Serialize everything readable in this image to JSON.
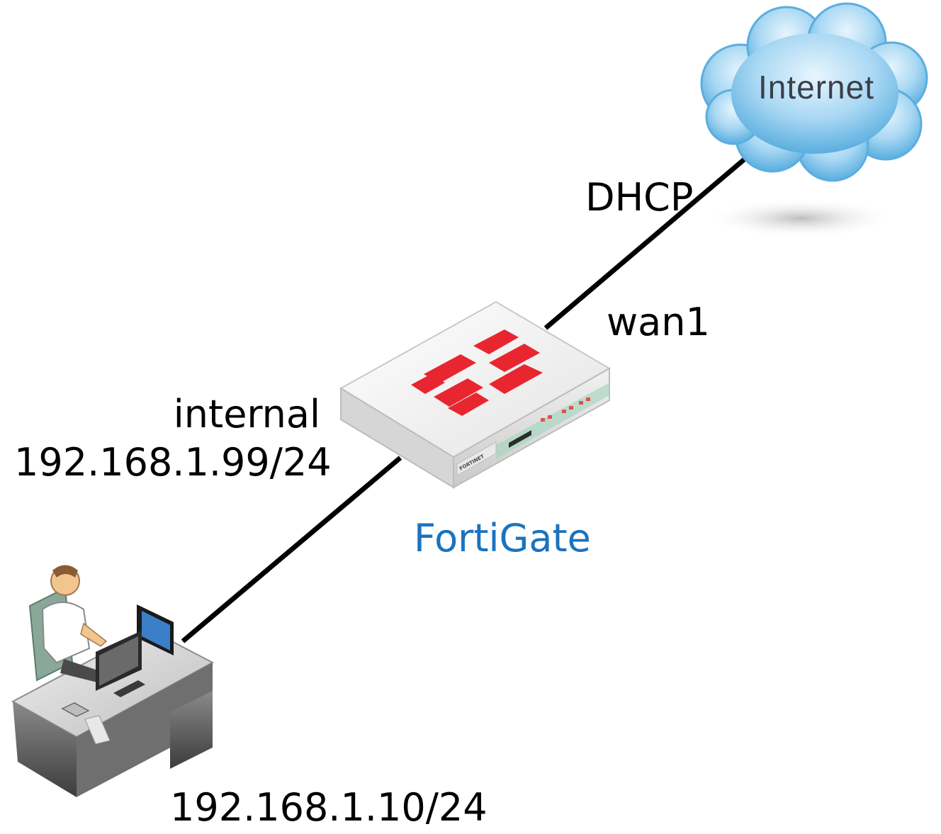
{
  "nodes": {
    "internet": {
      "label": "Internet"
    },
    "fortigate": {
      "label": "FortiGate",
      "brand": "FORTINET",
      "label_color": "#1a73c0",
      "logo_color": "#e8262f"
    },
    "pc": {}
  },
  "links": {
    "wan": {
      "protocol": "DHCP",
      "interface": "wan1"
    },
    "lan": {
      "interface": "internal",
      "gateway_ip": "192.168.1.99/24",
      "host_ip": "192.168.1.10/24"
    }
  },
  "colors": {
    "cloud": "#7cc1ea",
    "cloud_light": "#d8eefa",
    "line": "#000000"
  }
}
